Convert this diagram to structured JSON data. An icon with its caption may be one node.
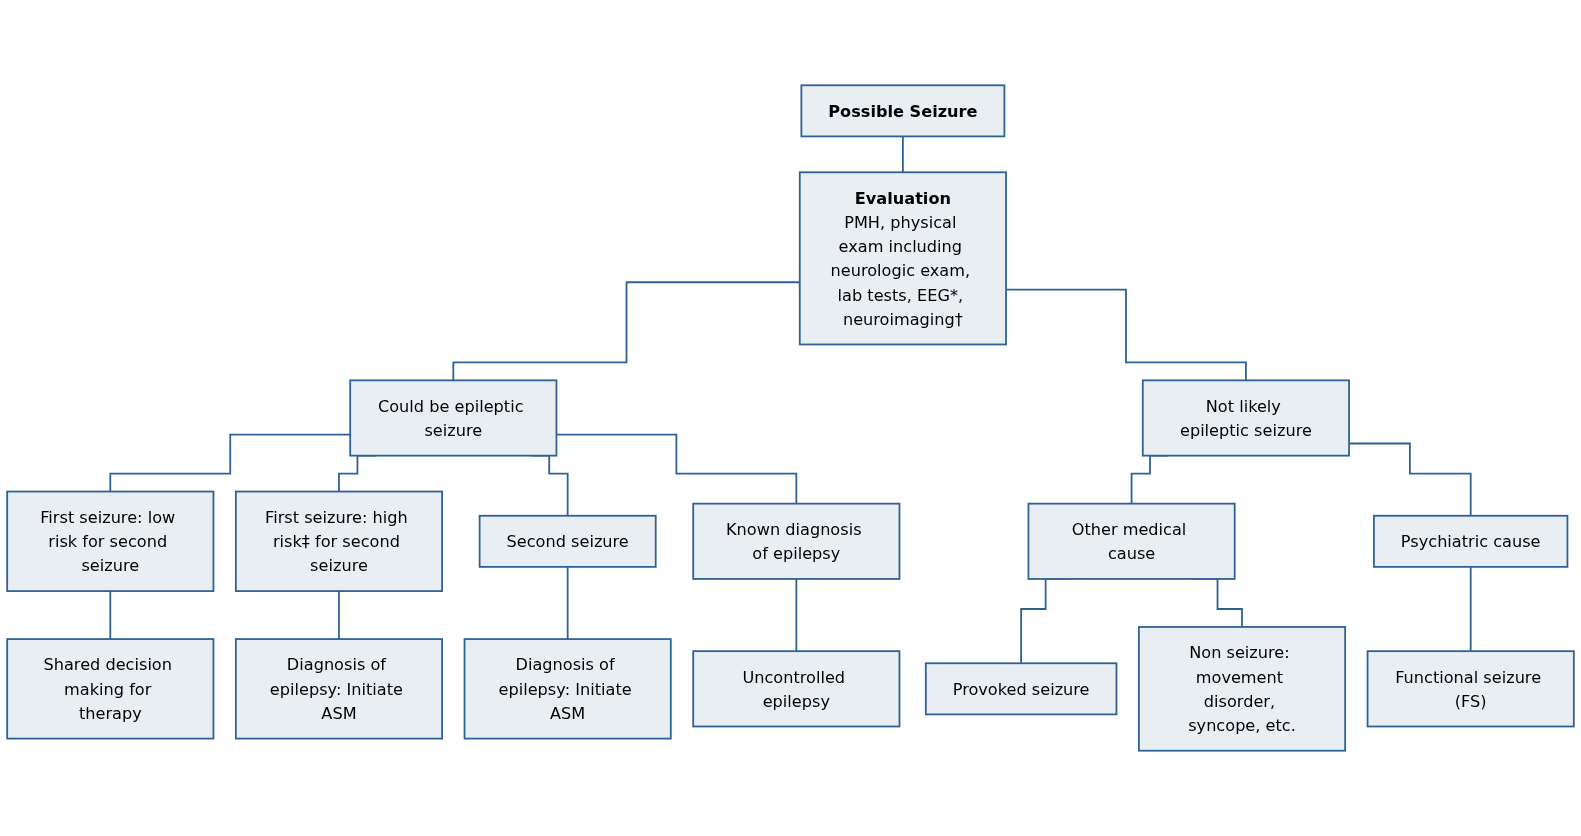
{
  "diagram": {
    "nodes": [
      {
        "text": [
          "Possible Seizure"
        ]
      },
      {
        "text": [
          "Evaluation",
          "PMH, physical exam including neurologic exam, lab tests, EEG*, neuroimaging†"
        ]
      },
      {
        "text": [
          "Could be epileptic seizure"
        ]
      },
      {
        "text": [
          "Not likely epileptic seizure"
        ]
      },
      {
        "text": [
          "First seizure: low risk for second seizure"
        ]
      },
      {
        "text": [
          "First seizure: high risk‡ for second seizure"
        ]
      },
      {
        "text": [
          "Second seizure"
        ]
      },
      {
        "text": [
          "Known diagnosis of epilepsy"
        ]
      },
      {
        "text": [
          "Other medical cause"
        ]
      },
      {
        "text": [
          "Psychiatric cause"
        ]
      },
      {
        "text": [
          "Shared decision making for therapy"
        ]
      },
      {
        "text": [
          "Diagnosis of epilepsy: Initiate ASM"
        ]
      },
      {
        "text": [
          "Diagnosis of epilepsy: Initiate ASM"
        ]
      },
      {
        "text": [
          "Uncontrolled epilepsy"
        ]
      },
      {
        "text": [
          "Provoked seizure"
        ]
      },
      {
        "text": [
          "Non seizure: movement disorder, syncope, etc."
        ]
      },
      {
        "text": [
          "Functional seizure (FS)"
        ]
      }
    ],
    "edges": [
      {
        "from": 0,
        "to": 1,
        "arrow": "none"
      },
      {
        "from": 1,
        "to": 2,
        "arrow": "none"
      },
      {
        "from": 1,
        "to": 3,
        "arrow": "none"
      },
      {
        "from": 2,
        "to": 4,
        "arrow": "none"
      },
      {
        "from": 2,
        "to": 5,
        "arrow": "none"
      },
      {
        "from": 2,
        "to": 6,
        "arrow": "none"
      },
      {
        "from": 2,
        "to": 7,
        "arrow": "none"
      },
      {
        "from": 3,
        "to": 8,
        "arrow": "none"
      },
      {
        "from": 3,
        "to": 9,
        "arrow": "none"
      },
      {
        "from": 4,
        "to": 10,
        "arrow": "none"
      },
      {
        "from": 5,
        "to": 11,
        "arrow": "none"
      },
      {
        "from": 6,
        "to": 12,
        "arrow": "none"
      },
      {
        "from": 7,
        "to": 13,
        "arrow": "none"
      },
      {
        "from": 8,
        "to": 14,
        "arrow": "none"
      },
      {
        "from": 8,
        "to": 15,
        "arrow": "none"
      },
      {
        "from": 9,
        "to": 16,
        "arrow": "none"
      }
    ]
  }
}
